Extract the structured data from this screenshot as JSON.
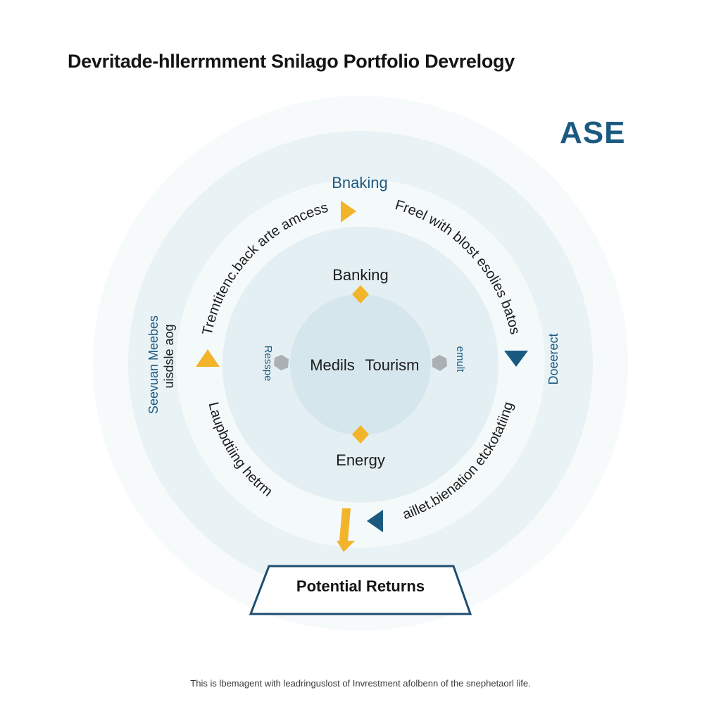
{
  "title": "Devritade-hllerrmment Snilago Portfolio Devrelogy",
  "logo_text": "ASE",
  "caption": "This is lbemagent with leadringuslost of Invrestment afolbenn of the snephetaorl life.",
  "core": {
    "center_label_left": "Medils",
    "center_label_right": "Tourism",
    "top_label": "Banking",
    "bottom_label": "Energy",
    "left_small": "Resspe",
    "right_small": "emult"
  },
  "ring": {
    "top_label": "Bnaking",
    "arc_upper_left": "Tremtitenc.back arte amcess",
    "arc_upper_right": "Freel with blost esolies batos",
    "arc_lower_left": "Laupbdtiing hetrm",
    "arc_lower_right": "aillet.bienation etckotatiing",
    "outer_left_line1": "Seevuan Meebes",
    "outer_left_line2": "uisdsle aog",
    "outer_right": "Doeerect"
  },
  "returns_label": "Potential Returns",
  "colors": {
    "ring_outer": "#eef5f7",
    "ring_mid": "#e3eef2",
    "core": "#d5e6ec",
    "accent_blue": "#1b5a80",
    "accent_yellow": "#f2b42a",
    "frame": "#1e4e70"
  }
}
